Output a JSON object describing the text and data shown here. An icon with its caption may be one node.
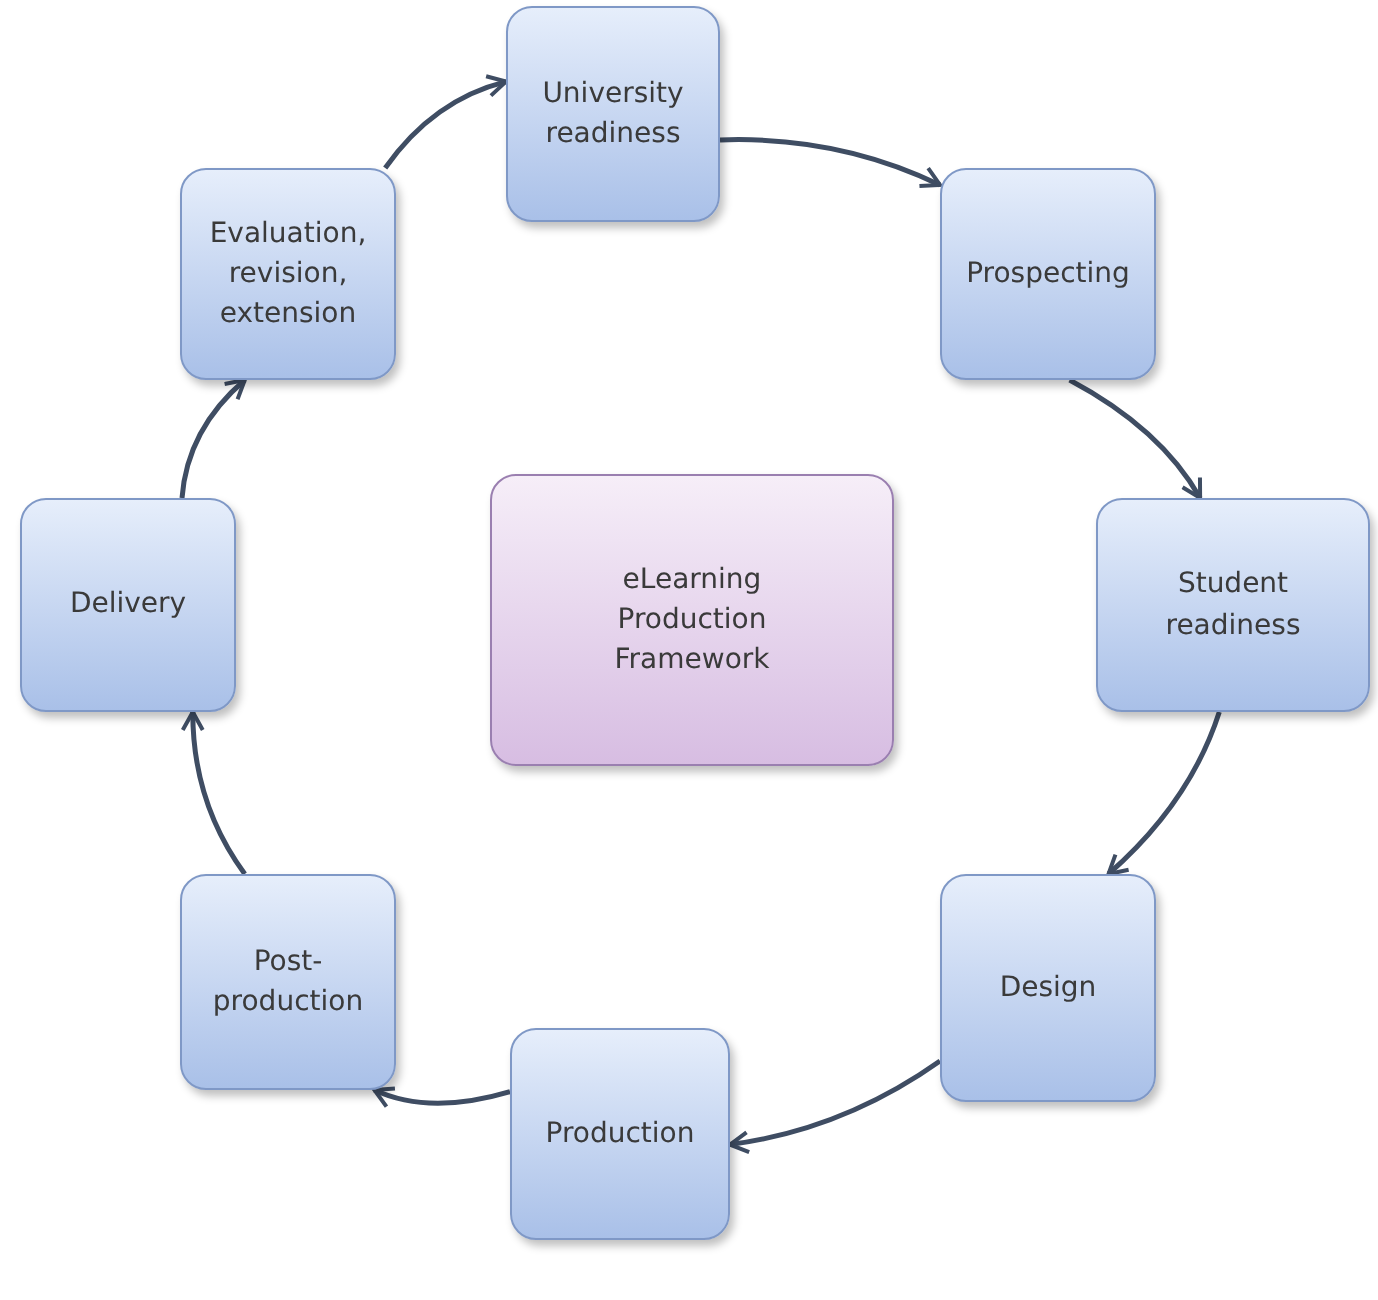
{
  "diagram": {
    "nodes": [
      {
        "text": [
          "University readiness"
        ]
      },
      {
        "text": [
          "Prospecting"
        ]
      },
      {
        "text": [
          "Student readiness"
        ]
      },
      {
        "text": [
          "Design"
        ]
      },
      {
        "text": [
          "Production"
        ]
      },
      {
        "text": [
          "Post-production"
        ]
      },
      {
        "text": [
          "Delivery"
        ]
      },
      {
        "text": [
          "Evaluation, revision, extension"
        ]
      },
      {
        "text": [
          "eLearning Production Framework"
        ]
      }
    ],
    "edges": [
      {
        "from": 0,
        "to": 1,
        "arrow": "to"
      },
      {
        "from": 1,
        "to": 2,
        "arrow": "to"
      },
      {
        "from": 2,
        "to": 3,
        "arrow": "to"
      },
      {
        "from": 3,
        "to": 4,
        "arrow": "to"
      },
      {
        "from": 4,
        "to": 5,
        "arrow": "to"
      },
      {
        "from": 5,
        "to": 6,
        "arrow": "to"
      },
      {
        "from": 6,
        "to": 7,
        "arrow": "to"
      },
      {
        "from": 7,
        "to": 0,
        "arrow": "to"
      }
    ]
  }
}
